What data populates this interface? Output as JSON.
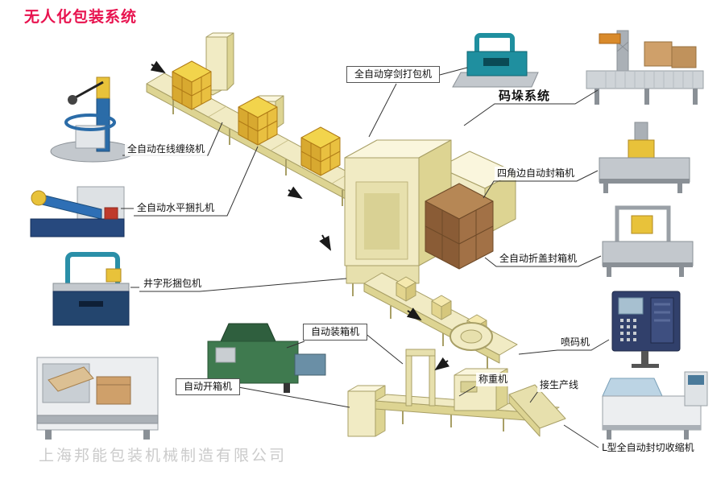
{
  "page": {
    "title": "无人化包装系统",
    "watermark": "上海邦能包装机械制造有限公司",
    "colors": {
      "title_red": "#e8134f",
      "watermark_gray": "#cbcbcb",
      "label_black": "#111111",
      "system_pale_yellow": "#f1ebc4",
      "carton_yellow": "#f2d44c",
      "carton_brown": "#a27146",
      "machine_blue": "#2b6ca8",
      "machine_teal": "#1f8f9f"
    }
  },
  "labels": {
    "online_wrapping": "全自动在线缠绕机",
    "horizontal_strapping": "全自动水平捆扎机",
    "well_strapping": "井字形捆包机",
    "case_erecting": "自动开箱机",
    "case_packing": "自动装箱机",
    "sword_strapping": "全自动穿剑打包机",
    "palletizing": "码垛系统",
    "corner_sealing": "四角边自动封箱机",
    "flap_sealing": "全自动折盖封箱机",
    "inkjet_coding": "喷码机",
    "weighing": "称重机",
    "to_production_line": "接生产线",
    "l_shrink_wrapping": "L型全自动封切收缩机"
  }
}
